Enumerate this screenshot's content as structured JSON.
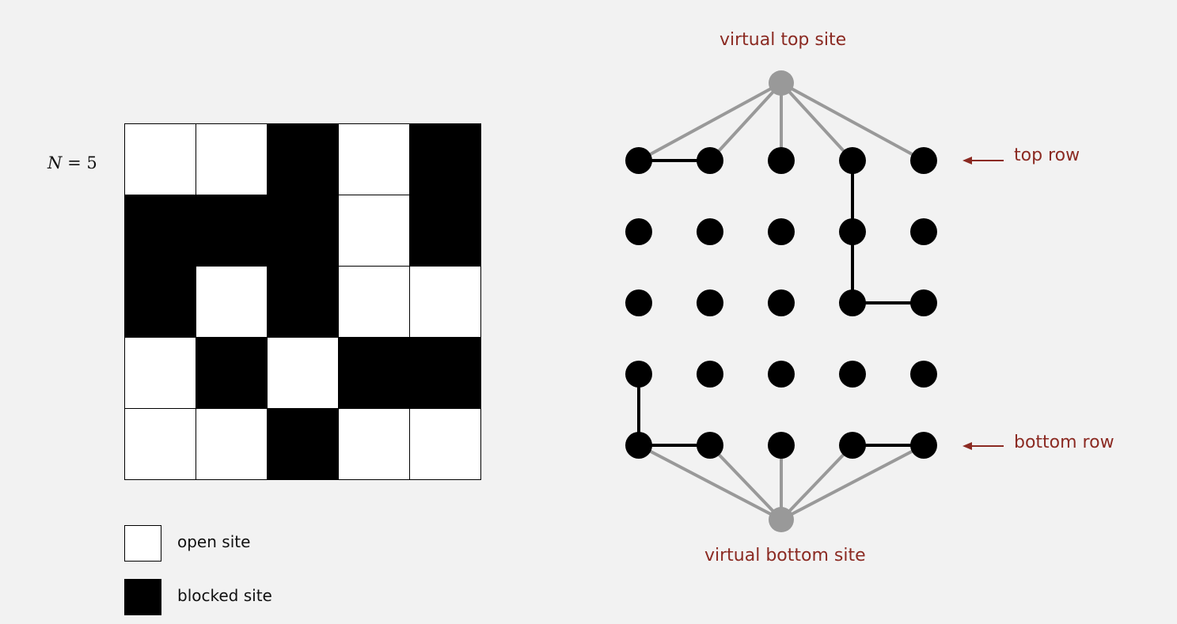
{
  "n_label": {
    "variable": "N",
    "operator": "=",
    "value": "5"
  },
  "grid": {
    "size": 5,
    "cells": [
      [
        "open",
        "open",
        "blocked",
        "open",
        "blocked"
      ],
      [
        "blocked",
        "blocked",
        "blocked",
        "open",
        "blocked"
      ],
      [
        "blocked",
        "open",
        "blocked",
        "open",
        "open"
      ],
      [
        "open",
        "blocked",
        "open",
        "blocked",
        "blocked"
      ],
      [
        "open",
        "open",
        "blocked",
        "open",
        "open"
      ]
    ]
  },
  "legend": {
    "open_label": "open site",
    "blocked_label": "blocked site"
  },
  "labels": {
    "virtual_top": "virtual top site",
    "virtual_bottom": "virtual bottom site",
    "top_row": "top row",
    "bottom_row": "bottom row"
  },
  "graph": {
    "black_edges": [
      [
        [
          0,
          0
        ],
        [
          0,
          1
        ]
      ],
      [
        [
          0,
          3
        ],
        [
          1,
          3
        ]
      ],
      [
        [
          1,
          3
        ],
        [
          2,
          3
        ]
      ],
      [
        [
          2,
          3
        ],
        [
          2,
          4
        ]
      ],
      [
        [
          3,
          0
        ],
        [
          4,
          0
        ]
      ],
      [
        [
          4,
          0
        ],
        [
          4,
          1
        ]
      ],
      [
        [
          4,
          3
        ],
        [
          4,
          4
        ]
      ]
    ]
  },
  "colors": {
    "label_red": "#8b2a22",
    "virtual_gray": "#999999",
    "node_black": "#000000",
    "arrow": "#8b2a22"
  }
}
